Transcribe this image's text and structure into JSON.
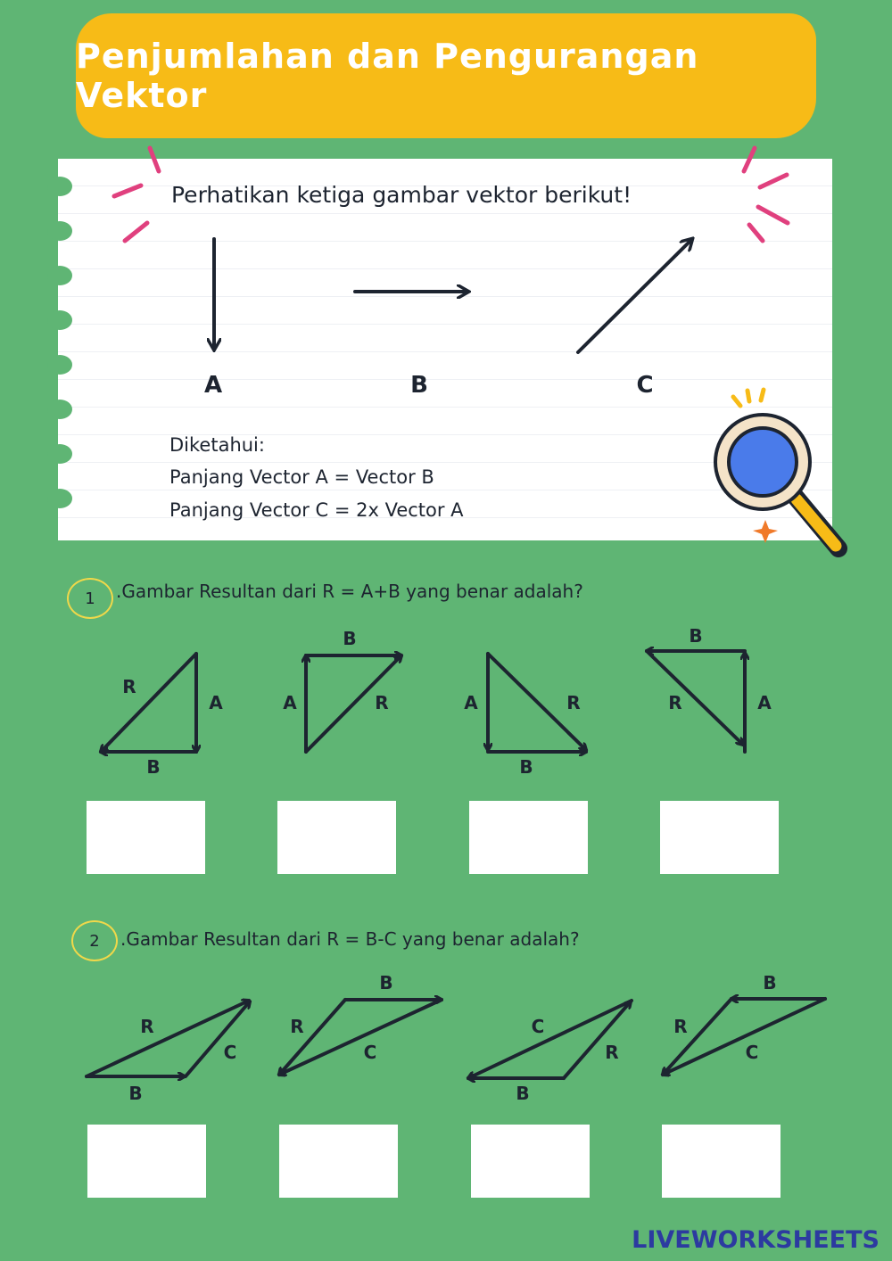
{
  "title": "Penjumlahan dan Pengurangan Vektor",
  "instruction": "Perhatikan ketiga gambar vektor berikut!",
  "vectors": [
    "A",
    "B",
    "C"
  ],
  "given": {
    "heading": "Diketahui:",
    "line1": "Panjang Vector A = Vector B",
    "line2": "Panjang Vector C = 2x Vector A"
  },
  "questions": [
    {
      "number": "1",
      "text": ".Gambar Resultan dari R =  A+B yang benar adalah?",
      "options": [
        {
          "labels": [
            "R",
            "A",
            "B"
          ]
        },
        {
          "labels": [
            "B",
            "A",
            "R"
          ]
        },
        {
          "labels": [
            "A",
            "R",
            "B"
          ]
        },
        {
          "labels": [
            "B",
            "R",
            "A"
          ]
        }
      ]
    },
    {
      "number": "2",
      "text": ".Gambar Resultan dari R = B-C yang benar adalah?",
      "options": [
        {
          "labels": [
            "R",
            "C",
            "B"
          ]
        },
        {
          "labels": [
            "B",
            "R",
            "C"
          ]
        },
        {
          "labels": [
            "C",
            "R",
            "B"
          ]
        },
        {
          "labels": [
            "B",
            "R",
            "C"
          ]
        }
      ]
    }
  ],
  "footer": "LIVEWORKSHEETS",
  "colors": {
    "background": "#5fb574",
    "title": "#f7bb17",
    "ink": "#1d2430"
  }
}
